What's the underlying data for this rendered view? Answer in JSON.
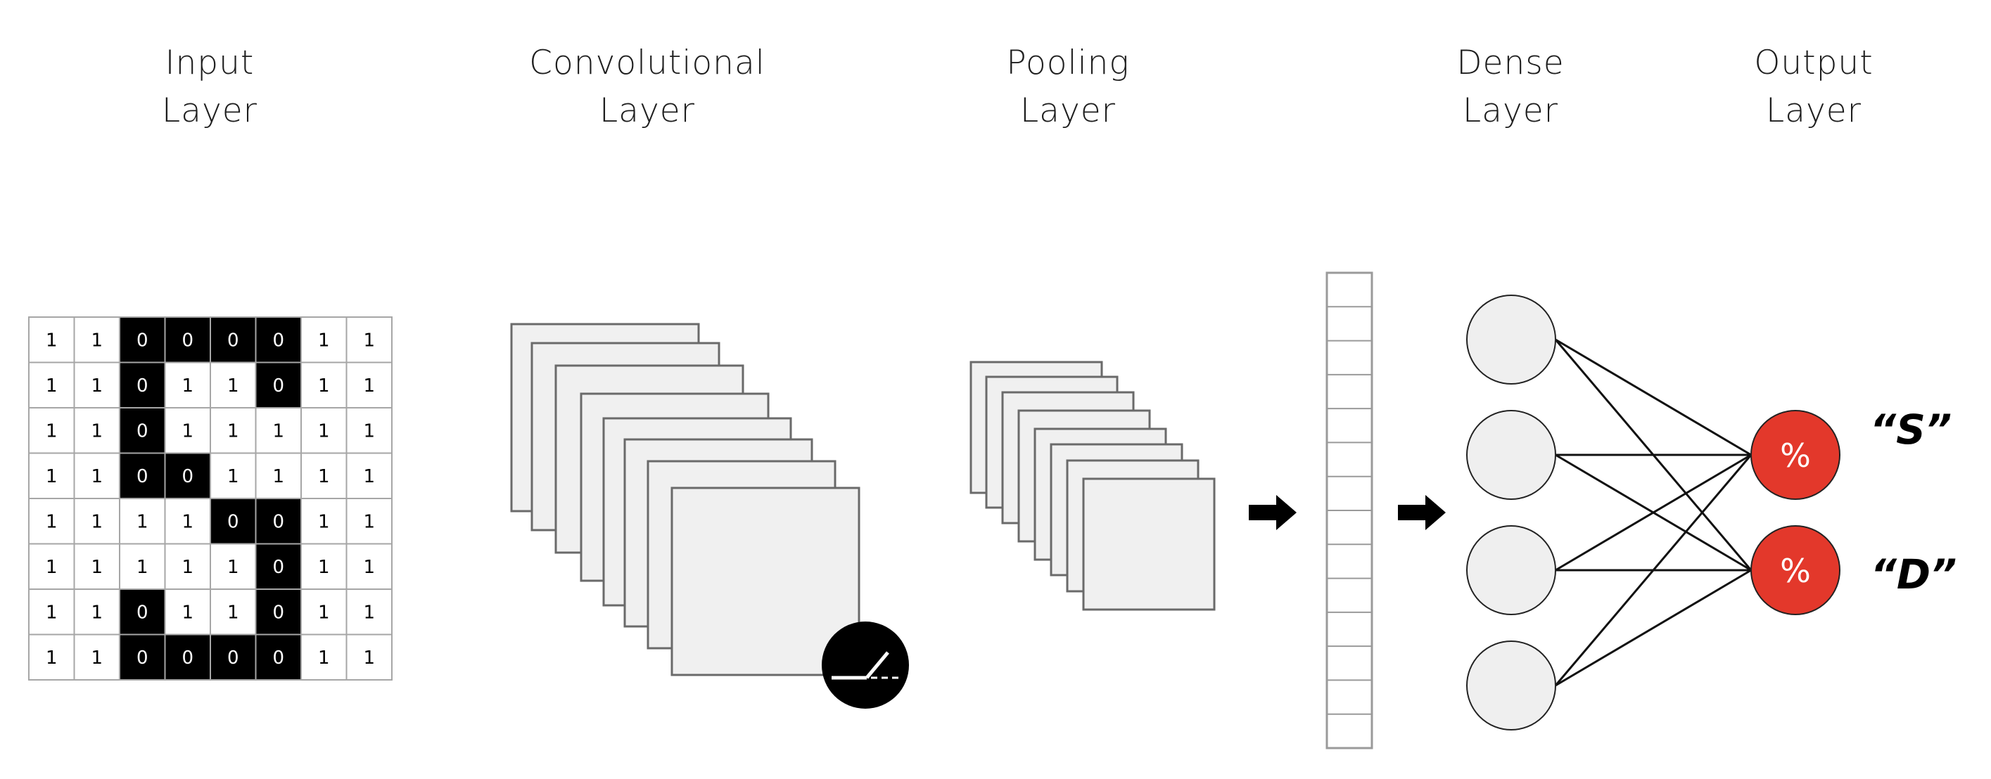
{
  "headings": {
    "input": {
      "line1": "Input",
      "line2": "Layer"
    },
    "conv": {
      "line1": "Convolutional",
      "line2": "Layer"
    },
    "pool": {
      "line1": "Pooling",
      "line2": "Layer"
    },
    "dense": {
      "line1": "Dense",
      "line2": "Layer"
    },
    "output": {
      "line1": "Output",
      "line2": "Layer"
    }
  },
  "input_grid": [
    [
      "1",
      "1",
      "0",
      "0",
      "0",
      "0",
      "1",
      "1"
    ],
    [
      "1",
      "1",
      "0",
      "1",
      "1",
      "0",
      "1",
      "1"
    ],
    [
      "1",
      "1",
      "0",
      "1",
      "1",
      "1",
      "1",
      "1"
    ],
    [
      "1",
      "1",
      "0",
      "0",
      "1",
      "1",
      "1",
      "1"
    ],
    [
      "1",
      "1",
      "1",
      "1",
      "0",
      "0",
      "1",
      "1"
    ],
    [
      "1",
      "1",
      "1",
      "1",
      "1",
      "0",
      "1",
      "1"
    ],
    [
      "1",
      "1",
      "0",
      "1",
      "1",
      "0",
      "1",
      "1"
    ],
    [
      "1",
      "1",
      "0",
      "0",
      "0",
      "0",
      "1",
      "1"
    ]
  ],
  "outputs": [
    {
      "symbol": "%",
      "label": "“S”"
    },
    {
      "symbol": "%",
      "label": "“D”"
    }
  ],
  "icons": {
    "activation": "relu-activation-icon",
    "arrow": "right-arrow-icon"
  },
  "colors": {
    "on_cell": "#000000",
    "off_cell": "#ffffff",
    "map_fill": "#f0f0f0",
    "node_fill": "#efefef",
    "output_fill": "#e3382b"
  }
}
